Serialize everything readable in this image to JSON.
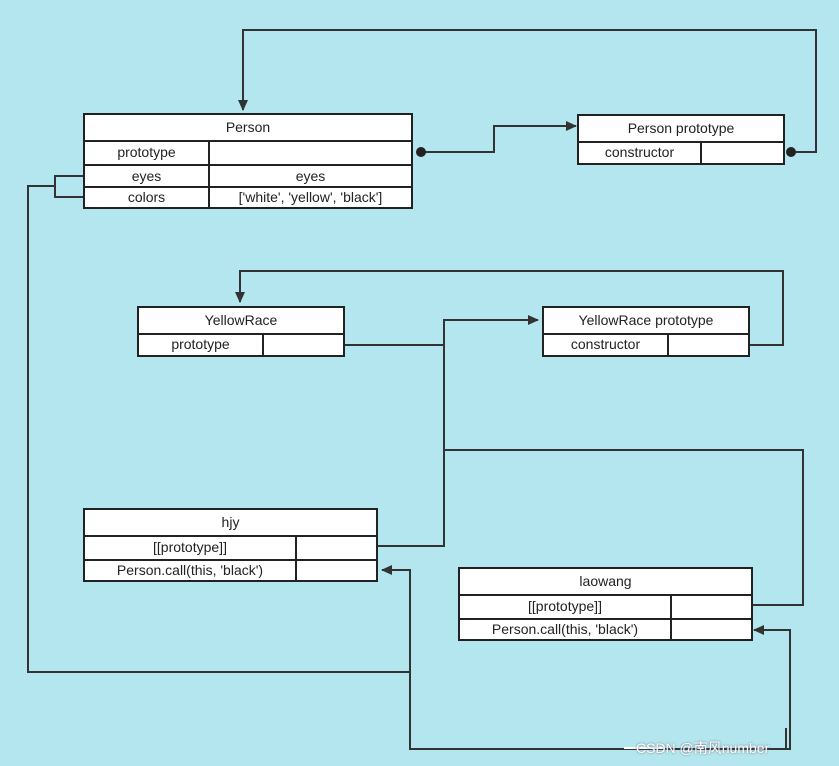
{
  "diagram": {
    "person": {
      "title": "Person",
      "rows": [
        {
          "key": "prototype",
          "value": ""
        },
        {
          "key": "eyes",
          "value": "eyes"
        },
        {
          "key": "colors",
          "value": "['white', 'yellow', 'black']"
        }
      ]
    },
    "person_prototype": {
      "title": "Person prototype",
      "rows": [
        {
          "key": "constructor",
          "value": ""
        }
      ]
    },
    "yellowrace": {
      "title": "YellowRace",
      "rows": [
        {
          "key": "prototype",
          "value": ""
        }
      ]
    },
    "yellowrace_prototype": {
      "title": "YellowRace prototype",
      "rows": [
        {
          "key": "constructor",
          "value": ""
        }
      ]
    },
    "hjy": {
      "title": "hjy",
      "rows": [
        {
          "key": "[[prototype]]",
          "value": ""
        },
        {
          "key": "Person.call(this, 'black')",
          "value": ""
        }
      ]
    },
    "laowang": {
      "title": "laowang",
      "rows": [
        {
          "key": "[[prototype]]",
          "value": ""
        },
        {
          "key": "Person.call(this, 'black')",
          "value": ""
        }
      ]
    }
  },
  "watermark": "CSDN @南风number",
  "colors": {
    "background": "#b3e6ee",
    "box": "#ffffff",
    "line": "#333333"
  }
}
